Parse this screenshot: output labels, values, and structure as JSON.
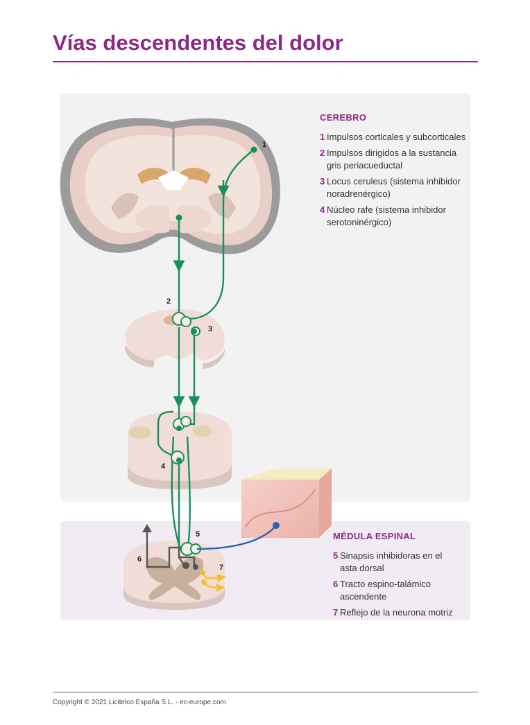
{
  "title": "Vías descendentes del dolor",
  "colors": {
    "accent": "#8b2a86",
    "pathway_green": "#1a8f5e",
    "sensory_blue": "#2a63b0",
    "motor_yellow": "#f2c12e",
    "ascending_gray": "#555555"
  },
  "diagram_labels": {
    "n1": "1",
    "n2": "2",
    "n3": "3",
    "n4": "4",
    "n5": "5",
    "n6": "6",
    "n7": "7"
  },
  "brain_legend": {
    "heading": "CEREBRO",
    "items": [
      {
        "num": "1",
        "text": "Impulsos corticales y subcorticales"
      },
      {
        "num": "2",
        "text": "Impulsos dirigidos a la sustancia gris periacueductal"
      },
      {
        "num": "3",
        "text": "Locus ceruleus (sistema inhibidor noradrenérgico)"
      },
      {
        "num": "4",
        "text": "Núcleo rafe (sistema inhibidor serotoninérgico)"
      }
    ]
  },
  "spinal_legend": {
    "heading": "MÉDULA ESPINAL",
    "items": [
      {
        "num": "5",
        "text": "Sinapsis inhibidoras en el asta dorsal"
      },
      {
        "num": "6",
        "text": "Tracto espino-talámico ascendente"
      },
      {
        "num": "7",
        "text": "Reflejo de la neurona motriz"
      }
    ]
  },
  "footer": "Copyright © 2021 Licitelco España S.L. - ec-europe.com"
}
